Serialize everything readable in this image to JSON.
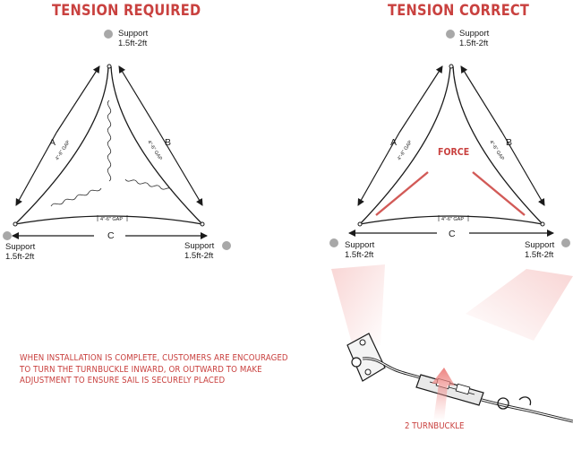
{
  "left_panel": {
    "title": "TENSION REQUIRED",
    "support_top": [
      "Support",
      "1.5ft-2ft"
    ],
    "support_left": [
      "Support",
      "1.5ft-2ft"
    ],
    "support_right": [
      "Support",
      "1.5ft-2ft"
    ],
    "side_a": "A",
    "side_b": "B",
    "side_c": "C",
    "gap_a": "4\"-6\" GAP",
    "gap_b": "4\"-6\" GAP",
    "gap_c": "4\"-6\" GAP"
  },
  "right_panel": {
    "title": "TENSION CORRECT",
    "force_label": "FORCE",
    "support_top": [
      "Support",
      "1.5ft-2ft"
    ],
    "support_left": [
      "Support",
      "1.5ft-2ft"
    ],
    "support_right": [
      "Support",
      "1.5ft-2ft"
    ],
    "side_a": "A",
    "side_b": "B",
    "side_c": "C",
    "gap_a": "4\"-6\" GAP",
    "gap_b": "4\"-6\" GAP",
    "gap_c": "4\"-6\" GAP"
  },
  "note": {
    "lines": [
      "WHEN INSTALLATION IS COMPLETE, CUSTOMERS ARE ENCOURAGED",
      "TO TURN THE TURNBUCKLE INWARD, OR OUTWARD TO MAKE",
      "ADJUSTMENT TO ENSURE SAIL IS SECURELY PLACED"
    ]
  },
  "caption": "2 TURNBUCKLE",
  "colors": {
    "accent": "#c9413f",
    "line": "#1a1a1a",
    "support_dot": "#a8a8a8",
    "glow": "#f3b7b5"
  }
}
